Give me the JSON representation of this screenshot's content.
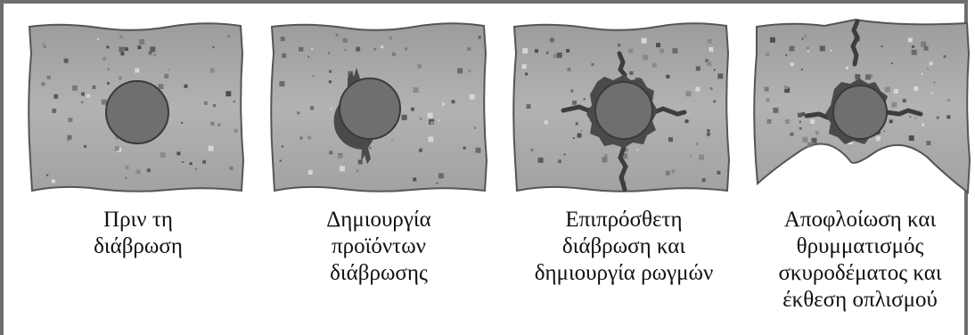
{
  "stages": [
    {
      "lines": [
        "Πριν τη",
        "διάβρωση"
      ]
    },
    {
      "lines": [
        "Δημιουργία",
        "προϊόντων",
        "διάβρωσης"
      ]
    },
    {
      "lines": [
        "Επιπρόσθετη",
        "διάβρωση και",
        "δημιουργία ρωγμών"
      ]
    },
    {
      "lines": [
        "Αποφλοίωση και",
        "θρυμματισμός",
        "σκυροδέματος και",
        "έκθεση οπλισμού"
      ]
    }
  ],
  "colors": {
    "concrete": "#a9a9a9",
    "concrete_edge": "#555555",
    "rebar": "#6f6f6f",
    "rebar_edge": "#3a3a3a",
    "corrosion": "#4a4a4a",
    "frame": "#6e6e6e"
  }
}
